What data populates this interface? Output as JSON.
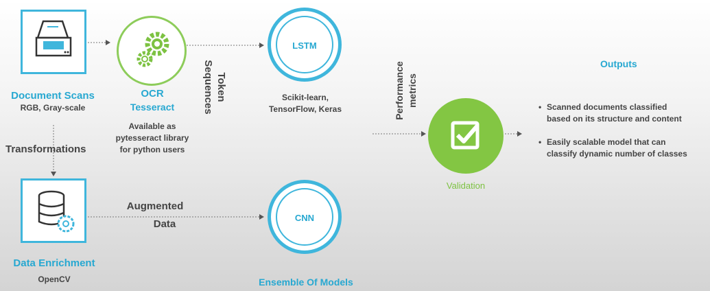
{
  "nodes": {
    "document_scans": {
      "title": "Document Scans",
      "subtitle": "RGB, Gray-scale"
    },
    "ocr": {
      "title_line1": "OCR",
      "title_line2": "Tesseract",
      "desc_line1": "Available as",
      "desc_line2": "pytesseract library",
      "desc_line3": "for python users"
    },
    "lstm": {
      "label": "LSTM",
      "desc_line1": "Scikit-learn,",
      "desc_line2": "TensorFlow, Keras"
    },
    "cnn": {
      "label": "CNN"
    },
    "data_enrichment": {
      "title": "Data Enrichment",
      "subtitle": "OpenCV"
    },
    "validation": {
      "label": "Validation"
    }
  },
  "edges": {
    "transformations": "Transformations",
    "augmented_data_line1": "Augmented",
    "augmented_data_line2": "Data",
    "token_sequences_line1": "Token",
    "token_sequences_line2": "Sequences",
    "performance_metrics_line1": "Performance",
    "performance_metrics_line2": "metrics"
  },
  "ensemble": {
    "label": "Ensemble Of Models"
  },
  "outputs": {
    "title": "Outputs",
    "items": [
      {
        "line1": "Scanned documents classified",
        "line2": "based on its structure and content"
      },
      {
        "line1": "Easily scalable model that can",
        "line2": "classify dynamic number of classes"
      }
    ]
  },
  "colors": {
    "blue": "#27a8d1",
    "green": "#7dc242",
    "text": "#444444"
  }
}
